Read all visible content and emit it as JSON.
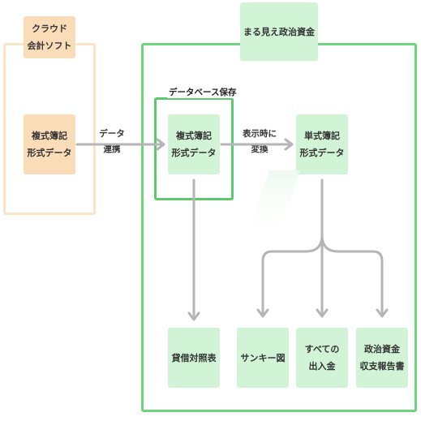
{
  "cloud_software": {
    "title": "クラウド\n会計ソフト",
    "data_box": "複式簿記\n形式データ"
  },
  "data_link_label": "データ\n連携",
  "mierukaseiji": {
    "title": "まる見え政治資金",
    "db_label": "データベース保存",
    "double_entry_box": "複式簿記\n形式データ",
    "convert_label": "表示時に\n変換",
    "single_entry_box": "単式簿記\n形式データ",
    "outputs": {
      "balance_sheet": "貸借対照表",
      "sankey": "サンキー図",
      "all_income_expense": "すべての\n出入金",
      "political_fund_report": "政治資金\n収支報告書"
    }
  },
  "colors": {
    "orange_fill": "#fbdcb8",
    "orange_frame": "#fbe3c6",
    "green_fill": "#d2f4d6",
    "green_frame": "#6fd27f",
    "connector": "#b5b5b5"
  }
}
